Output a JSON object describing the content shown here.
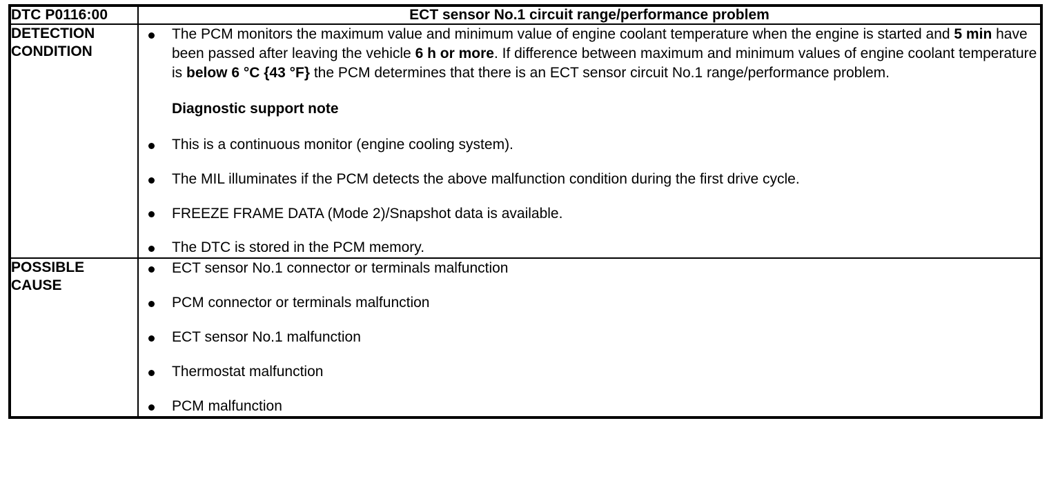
{
  "table": {
    "header": {
      "dtc_code": "DTC P0116:00",
      "title": "ECT sensor No.1 circuit range/performance problem"
    },
    "rows": [
      {
        "label": "DETECTION\nCONDITION",
        "paragraph_segments": [
          {
            "text": "The PCM monitors the maximum value and minimum value of engine coolant temperature when the engine is started and ",
            "bold": false
          },
          {
            "text": "5 min",
            "bold": true
          },
          {
            "text": " have been passed after leaving the vehicle ",
            "bold": false
          },
          {
            "text": "6 h or more",
            "bold": true
          },
          {
            "text": ". If difference between maximum and minimum values of engine coolant temperature is ",
            "bold": false
          },
          {
            "text": "below 6 °C {43 °F}",
            "bold": true
          },
          {
            "text": " the PCM determines that there is an ECT sensor circuit No.1 range/performance problem.",
            "bold": false
          }
        ],
        "subheading": "Diagnostic support note",
        "notes": [
          "This is a continuous monitor (engine cooling system).",
          "The MIL illuminates if the PCM detects the above malfunction condition during the first drive cycle.",
          "FREEZE FRAME DATA (Mode 2)/Snapshot data is available.",
          "The DTC is stored in the PCM memory."
        ]
      },
      {
        "label": "POSSIBLE\nCAUSE",
        "causes": [
          "ECT sensor No.1 connector or terminals malfunction",
          "PCM connector or terminals malfunction",
          "ECT sensor No.1 malfunction",
          "Thermostat malfunction",
          "PCM malfunction"
        ]
      }
    ]
  },
  "colors": {
    "border": "#000000",
    "text": "#000000",
    "background": "#ffffff"
  }
}
